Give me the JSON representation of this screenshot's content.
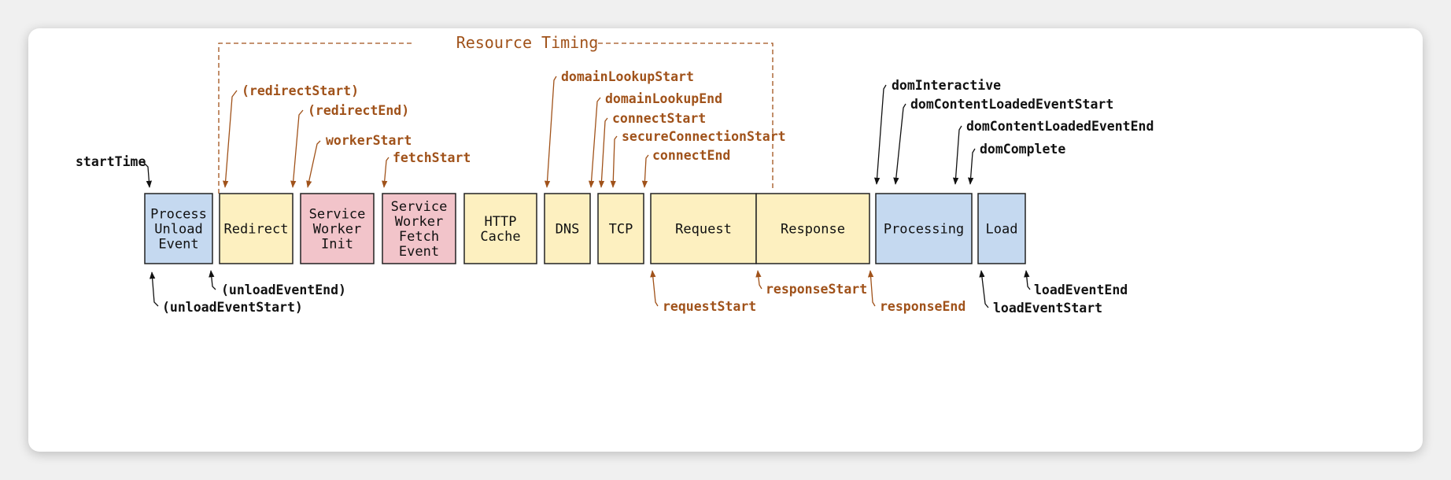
{
  "colors": {
    "accent": "#a0521a",
    "black": "#111111",
    "blue_fill": "#c5d9f0",
    "yellow_fill": "#fdf0c0",
    "pink_fill": "#f2c4ca"
  },
  "title": "Resource Timing",
  "boxes": [
    {
      "id": "process-unload-event",
      "lines": [
        "Process",
        "Unload",
        "Event"
      ],
      "fill": "blue"
    },
    {
      "id": "redirect",
      "lines": [
        "Redirect"
      ],
      "fill": "yellow"
    },
    {
      "id": "service-worker-init",
      "lines": [
        "Service",
        "Worker",
        "Init"
      ],
      "fill": "pink"
    },
    {
      "id": "service-worker-fetch-event",
      "lines": [
        "Service",
        "Worker",
        "Fetch",
        "Event"
      ],
      "fill": "pink"
    },
    {
      "id": "http-cache",
      "lines": [
        "HTTP",
        "Cache"
      ],
      "fill": "yellow"
    },
    {
      "id": "dns",
      "lines": [
        "DNS"
      ],
      "fill": "yellow"
    },
    {
      "id": "tcp",
      "lines": [
        "TCP"
      ],
      "fill": "yellow"
    },
    {
      "id": "request",
      "lines": [
        "Request"
      ],
      "fill": "yellow"
    },
    {
      "id": "response",
      "lines": [
        "Response"
      ],
      "fill": "yellow"
    },
    {
      "id": "processing",
      "lines": [
        "Processing"
      ],
      "fill": "blue"
    },
    {
      "id": "load",
      "lines": [
        "Load"
      ],
      "fill": "blue"
    }
  ],
  "labels": [
    {
      "id": "startTime",
      "text": "startTime",
      "color": "black"
    },
    {
      "id": "unloadEventStart",
      "text": "(unloadEventStart)",
      "color": "black"
    },
    {
      "id": "unloadEventEnd",
      "text": "(unloadEventEnd)",
      "color": "black"
    },
    {
      "id": "redirectStart",
      "text": "(redirectStart)",
      "color": "accent"
    },
    {
      "id": "redirectEnd",
      "text": "(redirectEnd)",
      "color": "accent"
    },
    {
      "id": "workerStart",
      "text": "workerStart",
      "color": "accent"
    },
    {
      "id": "fetchStart",
      "text": "fetchStart",
      "color": "accent"
    },
    {
      "id": "domainLookupStart",
      "text": "domainLookupStart",
      "color": "accent"
    },
    {
      "id": "domainLookupEnd",
      "text": "domainLookupEnd",
      "color": "accent"
    },
    {
      "id": "connectStart",
      "text": "connectStart",
      "color": "accent"
    },
    {
      "id": "secureConnectionStart",
      "text": "secureConnectionStart",
      "color": "accent"
    },
    {
      "id": "connectEnd",
      "text": "connectEnd",
      "color": "accent"
    },
    {
      "id": "requestStart",
      "text": "requestStart",
      "color": "accent"
    },
    {
      "id": "responseStart",
      "text": "responseStart",
      "color": "accent"
    },
    {
      "id": "responseEnd",
      "text": "responseEnd",
      "color": "accent"
    },
    {
      "id": "domInteractive",
      "text": "domInteractive",
      "color": "black"
    },
    {
      "id": "domContentLoadedEventStart",
      "text": "domContentLoadedEventStart",
      "color": "black"
    },
    {
      "id": "domContentLoadedEventEnd",
      "text": "domContentLoadedEventEnd",
      "color": "black"
    },
    {
      "id": "domComplete",
      "text": "domComplete",
      "color": "black"
    },
    {
      "id": "loadEventStart",
      "text": "loadEventStart",
      "color": "black"
    },
    {
      "id": "loadEventEnd",
      "text": "loadEventEnd",
      "color": "black"
    }
  ]
}
